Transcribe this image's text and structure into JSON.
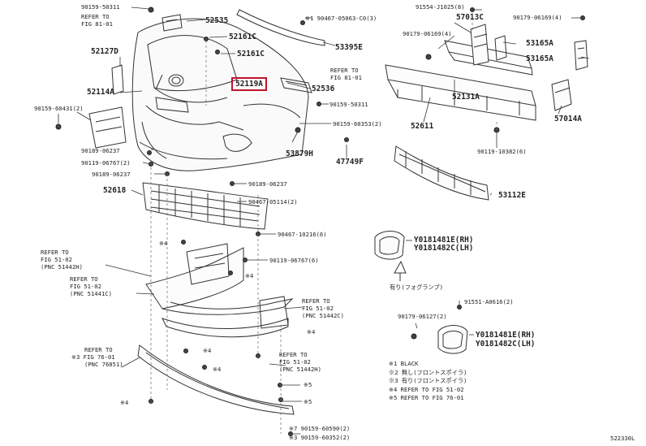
{
  "diagram": {
    "highlighted_part": "52119A",
    "drawing_code": "522330L",
    "part_labels": [
      {
        "id": "l_90159_50311",
        "text": "90159-50311"
      },
      {
        "id": "l_refer_81_01_a1",
        "text": "REFER TO"
      },
      {
        "id": "l_refer_81_01_a2",
        "text": "FIG 81-01"
      },
      {
        "id": "l_52535",
        "text": "52535"
      },
      {
        "id": "l_90467_05063",
        "text": "※1 90467-05063-C0(3)"
      },
      {
        "id": "l_52161c",
        "text": "52161C"
      },
      {
        "id": "l_53395e",
        "text": "53395E"
      },
      {
        "id": "l_52127d",
        "text": "52127D"
      },
      {
        "id": "l_52161c_b",
        "text": "52161C"
      },
      {
        "id": "l_refer_81_01_b1",
        "text": "REFER TO"
      },
      {
        "id": "l_refer_81_01_b2",
        "text": "FIG 81-01"
      },
      {
        "id": "l_52114a",
        "text": "52114A"
      },
      {
        "id": "l_52536",
        "text": "52536"
      },
      {
        "id": "l_90159_50311_b",
        "text": "90159-50311"
      },
      {
        "id": "l_90159_60431",
        "text": "90159-60431(2)"
      },
      {
        "id": "l_90159_60353",
        "text": "90159-60353(2)"
      },
      {
        "id": "l_90189_06237",
        "text": "90189-06237"
      },
      {
        "id": "l_53879h",
        "text": "53879H"
      },
      {
        "id": "l_90119_06767_a",
        "text": "90119-06767(2)"
      },
      {
        "id": "l_47749f",
        "text": "47749F"
      },
      {
        "id": "l_90189_06237_b",
        "text": "90189-06237"
      },
      {
        "id": "l_90189_06237_c",
        "text": "90189-06237"
      },
      {
        "id": "l_52618",
        "text": "52618"
      },
      {
        "id": "l_90467_05114",
        "text": "90467-05114(2)"
      },
      {
        "id": "l_90467_10216",
        "text": "90467-10216(6)"
      },
      {
        "id": "l_m4_a",
        "text": "※4"
      },
      {
        "id": "l_refer_51_02_a1",
        "text": "REFER TO"
      },
      {
        "id": "l_refer_51_02_a2",
        "text": "FIG 51-02"
      },
      {
        "id": "l_refer_51_02_a3",
        "text": "(PNC 51442H)"
      },
      {
        "id": "l_90119_06767_b",
        "text": "90119-06767(6)"
      },
      {
        "id": "l_m4_b",
        "text": "※4"
      },
      {
        "id": "l_refer_51_02_b1",
        "text": "REFER TO"
      },
      {
        "id": "l_refer_51_02_b2",
        "text": "FIG 51-02"
      },
      {
        "id": "l_refer_51_02_b3",
        "text": "(PNC 51441C)"
      },
      {
        "id": "l_refer_51_02_c1",
        "text": "REFER TO"
      },
      {
        "id": "l_refer_51_02_c2",
        "text": "FIG 51-02"
      },
      {
        "id": "l_refer_51_02_c3",
        "text": "(PNC 51442C)"
      },
      {
        "id": "l_m4_c",
        "text": "※4"
      },
      {
        "id": "l_m4_d",
        "text": "※4"
      },
      {
        "id": "l_refer_76_01_1",
        "text": "REFER TO"
      },
      {
        "id": "l_refer_76_01_2",
        "text": "※3 FIG 76-01"
      },
      {
        "id": "l_refer_76_01_3",
        "text": "(PNC 76851)"
      },
      {
        "id": "l_m4_e",
        "text": "※4"
      },
      {
        "id": "l_refer_51_02_d1",
        "text": "REFER TO"
      },
      {
        "id": "l_refer_51_02_d2",
        "text": "FIG 51-02"
      },
      {
        "id": "l_refer_51_02_d3",
        "text": "(PNC 51442H)"
      },
      {
        "id": "l_m5_a",
        "text": "※5"
      },
      {
        "id": "l_m4_f",
        "text": "※4"
      },
      {
        "id": "l_m5_b",
        "text": "※5"
      },
      {
        "id": "l_90159_60590",
        "text": "※7 90159-60590(2)"
      },
      {
        "id": "l_90159_60352",
        "text": "※3 90159-60352(2)"
      },
      {
        "id": "l_91554_j1025",
        "text": "91554-J1025(8)"
      },
      {
        "id": "l_57013c",
        "text": "57013C"
      },
      {
        "id": "l_90179_06169_a",
        "text": "90179-06169(4)"
      },
      {
        "id": "l_90179_06169_b",
        "text": "90179-06169(4)"
      },
      {
        "id": "l_53165a",
        "text": "53165A"
      },
      {
        "id": "l_53165a_b",
        "text": "53165A"
      },
      {
        "id": "l_52131a",
        "text": "52131A"
      },
      {
        "id": "l_57014a",
        "text": "57014A"
      },
      {
        "id": "l_52611",
        "text": "52611"
      },
      {
        "id": "l_90119_10382",
        "text": "90119-10382(6)"
      },
      {
        "id": "l_53112e",
        "text": "53112E"
      },
      {
        "id": "l_y181481e_a",
        "text": "Y0181481E(RH)"
      },
      {
        "id": "l_y181482c_a",
        "text": "Y0181482C(LH)"
      },
      {
        "id": "l_fog_note",
        "text": "有り(フォグランプ)"
      },
      {
        "id": "l_91551_a0616",
        "text": "91551-A0616(2)"
      },
      {
        "id": "l_90179_06127",
        "text": "90179-06127(2)"
      },
      {
        "id": "l_y181481e_b",
        "text": "Y0181481E(RH)"
      },
      {
        "id": "l_y181482c_b",
        "text": "Y0181482C(LH)"
      }
    ],
    "legend": [
      "※1 BLACK",
      "※2 無し(フロントスポイラ)",
      "※3 有り(フロントスポイラ)",
      "※4 REFER TO FIG 51-02",
      "※5 REFER TO FIG 76-01"
    ]
  }
}
